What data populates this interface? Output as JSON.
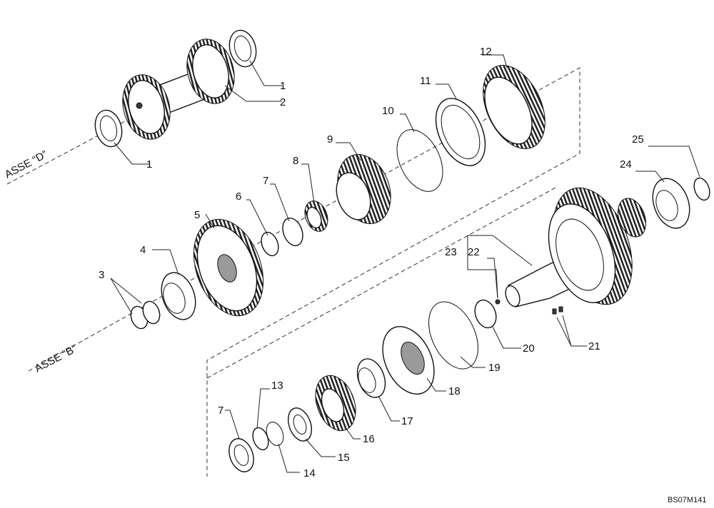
{
  "axes": {
    "d": "ASSE “D”",
    "b": "ASSE “B”"
  },
  "drawing_code": "BS07M141",
  "callouts": [
    {
      "id": "c1a",
      "text": "1"
    },
    {
      "id": "c1b",
      "text": "1"
    },
    {
      "id": "c2",
      "text": "2"
    },
    {
      "id": "c3",
      "text": "3"
    },
    {
      "id": "c4",
      "text": "4"
    },
    {
      "id": "c5",
      "text": "5"
    },
    {
      "id": "c6",
      "text": "6"
    },
    {
      "id": "c7a",
      "text": "7"
    },
    {
      "id": "c7b",
      "text": "7"
    },
    {
      "id": "c8",
      "text": "8"
    },
    {
      "id": "c9",
      "text": "9"
    },
    {
      "id": "c10",
      "text": "10"
    },
    {
      "id": "c11",
      "text": "11"
    },
    {
      "id": "c12",
      "text": "12"
    },
    {
      "id": "c13",
      "text": "13"
    },
    {
      "id": "c14",
      "text": "14"
    },
    {
      "id": "c15",
      "text": "15"
    },
    {
      "id": "c16",
      "text": "16"
    },
    {
      "id": "c17",
      "text": "17"
    },
    {
      "id": "c18",
      "text": "18"
    },
    {
      "id": "c19",
      "text": "19"
    },
    {
      "id": "c20",
      "text": "20"
    },
    {
      "id": "c21",
      "text": "21"
    },
    {
      "id": "c22",
      "text": "22"
    },
    {
      "id": "c23",
      "text": "23"
    },
    {
      "id": "c24",
      "text": "24"
    },
    {
      "id": "c25",
      "text": "25"
    }
  ]
}
